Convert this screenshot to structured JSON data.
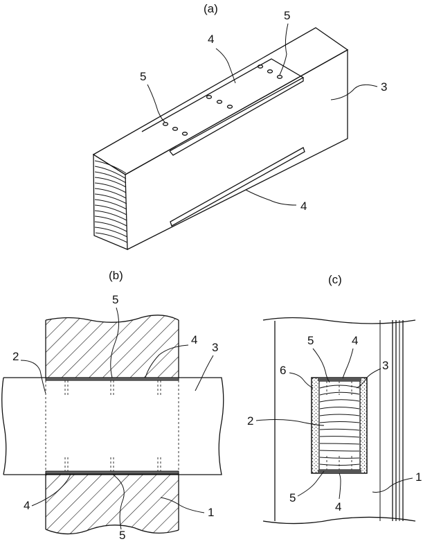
{
  "panels": {
    "a": {
      "caption": "(a)",
      "labels": {
        "dowel_left": "5",
        "dowel_right": "5",
        "plate_top": "4",
        "plate_bottom": "4",
        "block": "3"
      }
    },
    "b": {
      "caption": "(b)",
      "labels": {
        "hole_top": "5",
        "hole_bottom": "5",
        "plate_top": "4",
        "plate_bottom": "4",
        "insert": "3",
        "recess": "2",
        "member": "1"
      }
    },
    "c": {
      "caption": "(c)",
      "labels": {
        "hole_top": "5",
        "hole_bottom": "5",
        "plate_top": "4",
        "plate_bottom": "4",
        "insert": "3",
        "recess": "2",
        "filler": "6",
        "member": "1"
      }
    }
  }
}
